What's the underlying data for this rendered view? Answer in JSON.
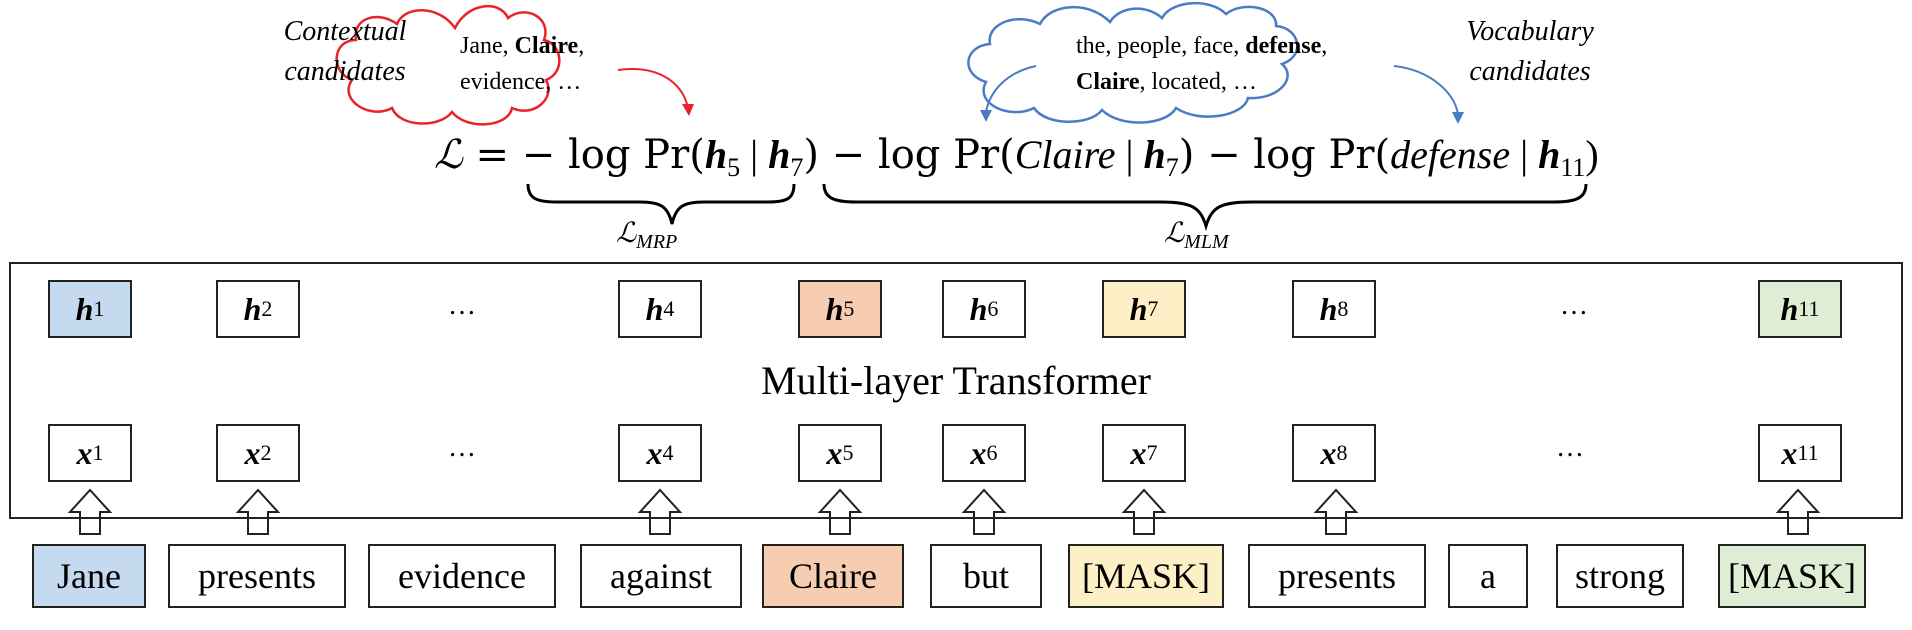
{
  "contextual_label": [
    "Contextual",
    "candidates"
  ],
  "vocabulary_label": [
    "Vocabulary",
    "candidates"
  ],
  "contextual_cloud": {
    "line1_plain": "Jane, ",
    "line1_bold": "Claire",
    "line1_tail": ",",
    "line2": "evidence, …"
  },
  "vocabulary_cloud": {
    "line1_plain": "the,  people, face, ",
    "line1_bold": "defense",
    "line1_tail": ",",
    "line2_bold": "Claire",
    "line2_plain": ", located, …"
  },
  "formula": {
    "lhs": "ℒ",
    "eq": " = − log Pr(",
    "h": "h",
    "sub5": "5",
    "bar": " | ",
    "sub7": "7",
    "close1": ") − log Pr(",
    "claire": "Claire",
    "close2": ") − log Pr(",
    "defense": "defense",
    "sub11": "11",
    "close3": ")"
  },
  "loss_mrp": {
    "symbol": "ℒ",
    "sub": "MRP"
  },
  "loss_mlm": {
    "symbol": "ℒ",
    "sub": "MLM"
  },
  "transformer_label": "Multi-layer Transformer",
  "ellipsis": "…",
  "hidden": [
    {
      "sym": "h",
      "sub": "1"
    },
    {
      "sym": "h",
      "sub": "2"
    },
    {
      "sym": "h",
      "sub": "4"
    },
    {
      "sym": "h",
      "sub": "5"
    },
    {
      "sym": "h",
      "sub": "6"
    },
    {
      "sym": "h",
      "sub": "7"
    },
    {
      "sym": "h",
      "sub": "8"
    },
    {
      "sym": "h",
      "sub": "11"
    }
  ],
  "inputs": [
    {
      "sym": "x",
      "sub": "1"
    },
    {
      "sym": "x",
      "sub": "2"
    },
    {
      "sym": "x",
      "sub": "4"
    },
    {
      "sym": "x",
      "sub": "5"
    },
    {
      "sym": "x",
      "sub": "6"
    },
    {
      "sym": "x",
      "sub": "7"
    },
    {
      "sym": "x",
      "sub": "8"
    },
    {
      "sym": "x",
      "sub": "11"
    }
  ],
  "tokens": [
    "Jane",
    "presents",
    "evidence",
    "against",
    "Claire",
    "but",
    "[MASK]",
    "presents",
    "a",
    "strong",
    "[MASK]"
  ],
  "colors": {
    "blue_fill": "#c5d9ef",
    "orange_fill": "#f7cdb2",
    "yellow_fill": "#fdf0c7",
    "green_fill": "#dfedd5",
    "contextual_cloud_stroke": "#e8232a",
    "vocabulary_cloud_stroke": "#4a7cc4"
  }
}
